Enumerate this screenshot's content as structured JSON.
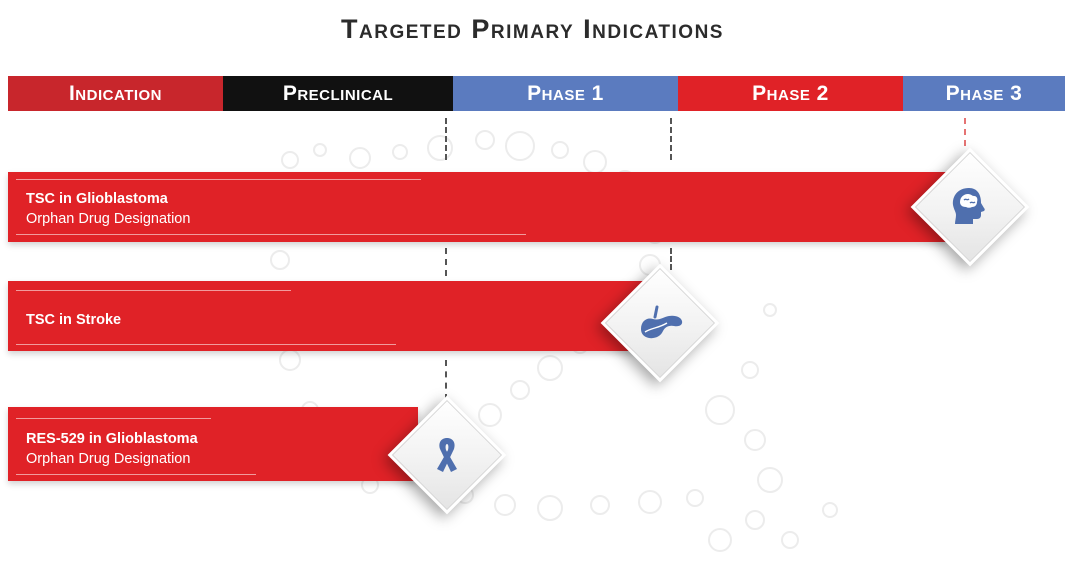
{
  "title": "Targeted Primary Indications",
  "header": {
    "columns": [
      "Indication",
      "Preclinical",
      "Phase 1",
      "Phase 2",
      "Phase 3"
    ]
  },
  "rows": [
    {
      "label": "TSC in Glioblastoma",
      "subtitle": "Orphan Drug Designation",
      "stage": "Phase 3",
      "icon": "brain-head-icon"
    },
    {
      "label": "TSC in Stroke",
      "subtitle": "",
      "stage": "Phase 2",
      "icon": "pancreas-icon"
    },
    {
      "label": "RES-529 in Glioblastoma",
      "subtitle": "Orphan Drug Designation",
      "stage": "Phase 1",
      "icon": "awareness-ribbon-icon"
    }
  ],
  "colors": {
    "red": "#e02227",
    "dark_red": "#c8262c",
    "black": "#111111",
    "blue": "#5b7bbf",
    "icon_blue": "#4f6fae"
  }
}
